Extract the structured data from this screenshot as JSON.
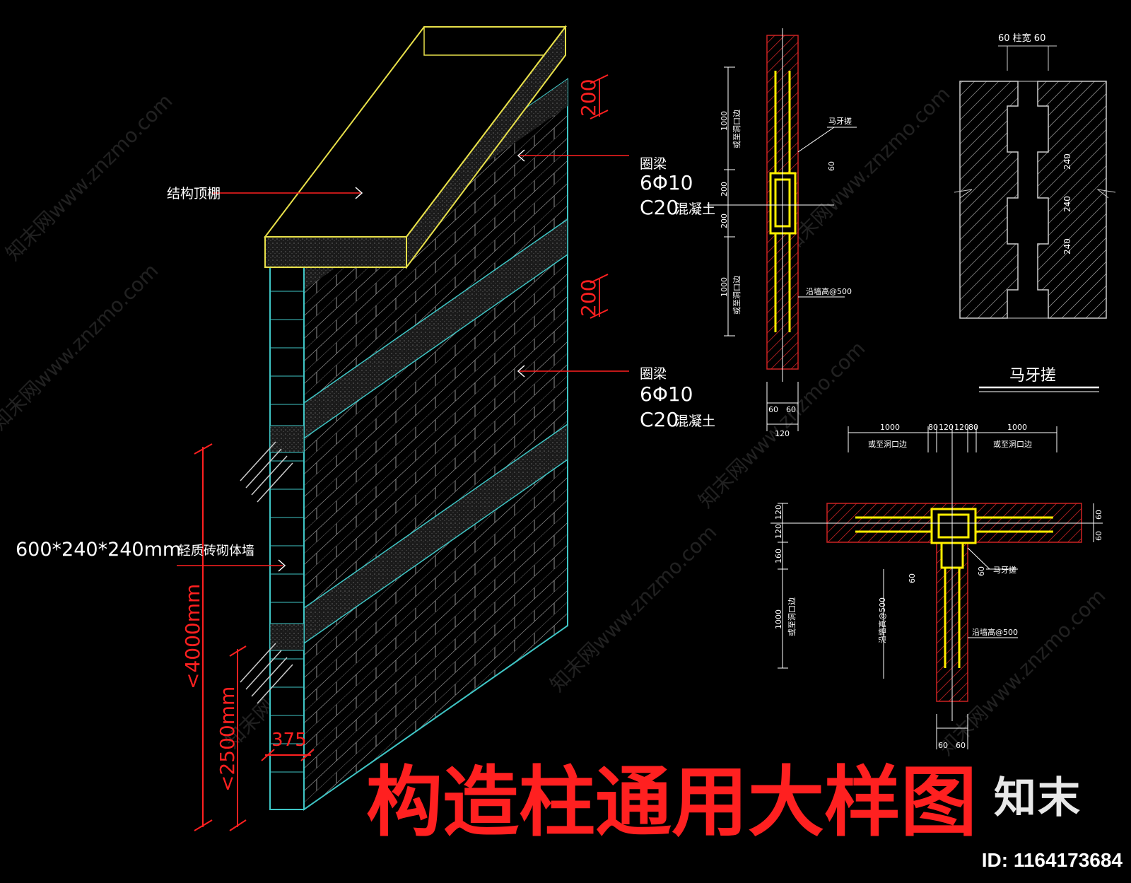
{
  "title": "构造柱通用大样图",
  "iso": {
    "ceiling_label": "结构顶棚",
    "ring_beam_label": "圈梁",
    "rebar_spec": "6Φ10",
    "concrete_spec": "C20",
    "concrete_word": "混凝土",
    "wall_spec": "600*240*240mm",
    "wall_desc": "轻质砖砌体墙",
    "dim_200": "200",
    "dim_4000": "<4000mm",
    "dim_2500": "<2500mm",
    "dim_375": "375"
  },
  "section": {
    "dim_1000": "1000",
    "dim_200": "200",
    "edge_note": "或至洞口边",
    "mayacha": "马牙搓",
    "rebar_note": "沿墙高@500",
    "dim_60": "60",
    "dim_120": "120"
  },
  "detail": {
    "caption": "马牙搓",
    "top_dim": "60 柱宽 60",
    "dim_240": "240"
  },
  "plan": {
    "dim_1000": "1000",
    "dim_80": "80",
    "dim_120": "120",
    "dim_60": "60",
    "dim_160": "160",
    "edge_note": "或至洞口边",
    "mayacha": "马牙搓",
    "rebar_note": "沿墙高@500"
  },
  "watermark": "知末网www.znzmo.com",
  "logo": {
    "text": "知末",
    "id": "ID: 1164173684"
  },
  "colors": {
    "yellow": "#e8e04a",
    "cyan": "#3fc6c6",
    "red": "#ff2020",
    "hatch": "#cc2222",
    "rebar": "#ffee00"
  }
}
